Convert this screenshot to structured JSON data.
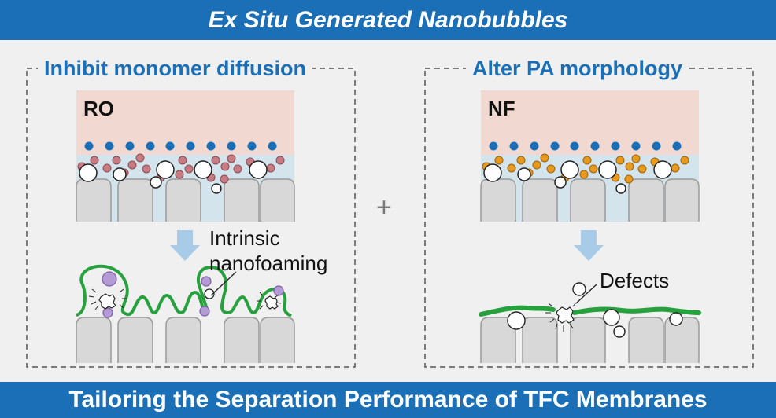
{
  "header": {
    "title": "Ex Situ Generated Nanobubbles"
  },
  "footer": {
    "title": "Tailoring the Separation Performance of TFC Membranes"
  },
  "left_panel": {
    "title": "Inhibit monomer diffusion",
    "tag": "RO",
    "annotation_line1": "Intrinsic",
    "annotation_line2": "nanofoaming"
  },
  "right_panel": {
    "title": "Alter PA morphology",
    "tag": "NF",
    "annotation": "Defects"
  },
  "center": {
    "operator": "+"
  },
  "colors": {
    "banner": "#1a6fb6",
    "organic_phase": "#f1d9d2",
    "aqueous_phase": "#d3e4ec",
    "organic_monomer": "#1a6fb6",
    "amine_monomer_ro": "#c97b83",
    "amine_monomer_nf": "#e89a1e",
    "pa_layer": "#27a13d",
    "gas_bubble": "#b49bd6",
    "arrow": "#a8cbe8",
    "support_pore": "#d8d8d8"
  }
}
